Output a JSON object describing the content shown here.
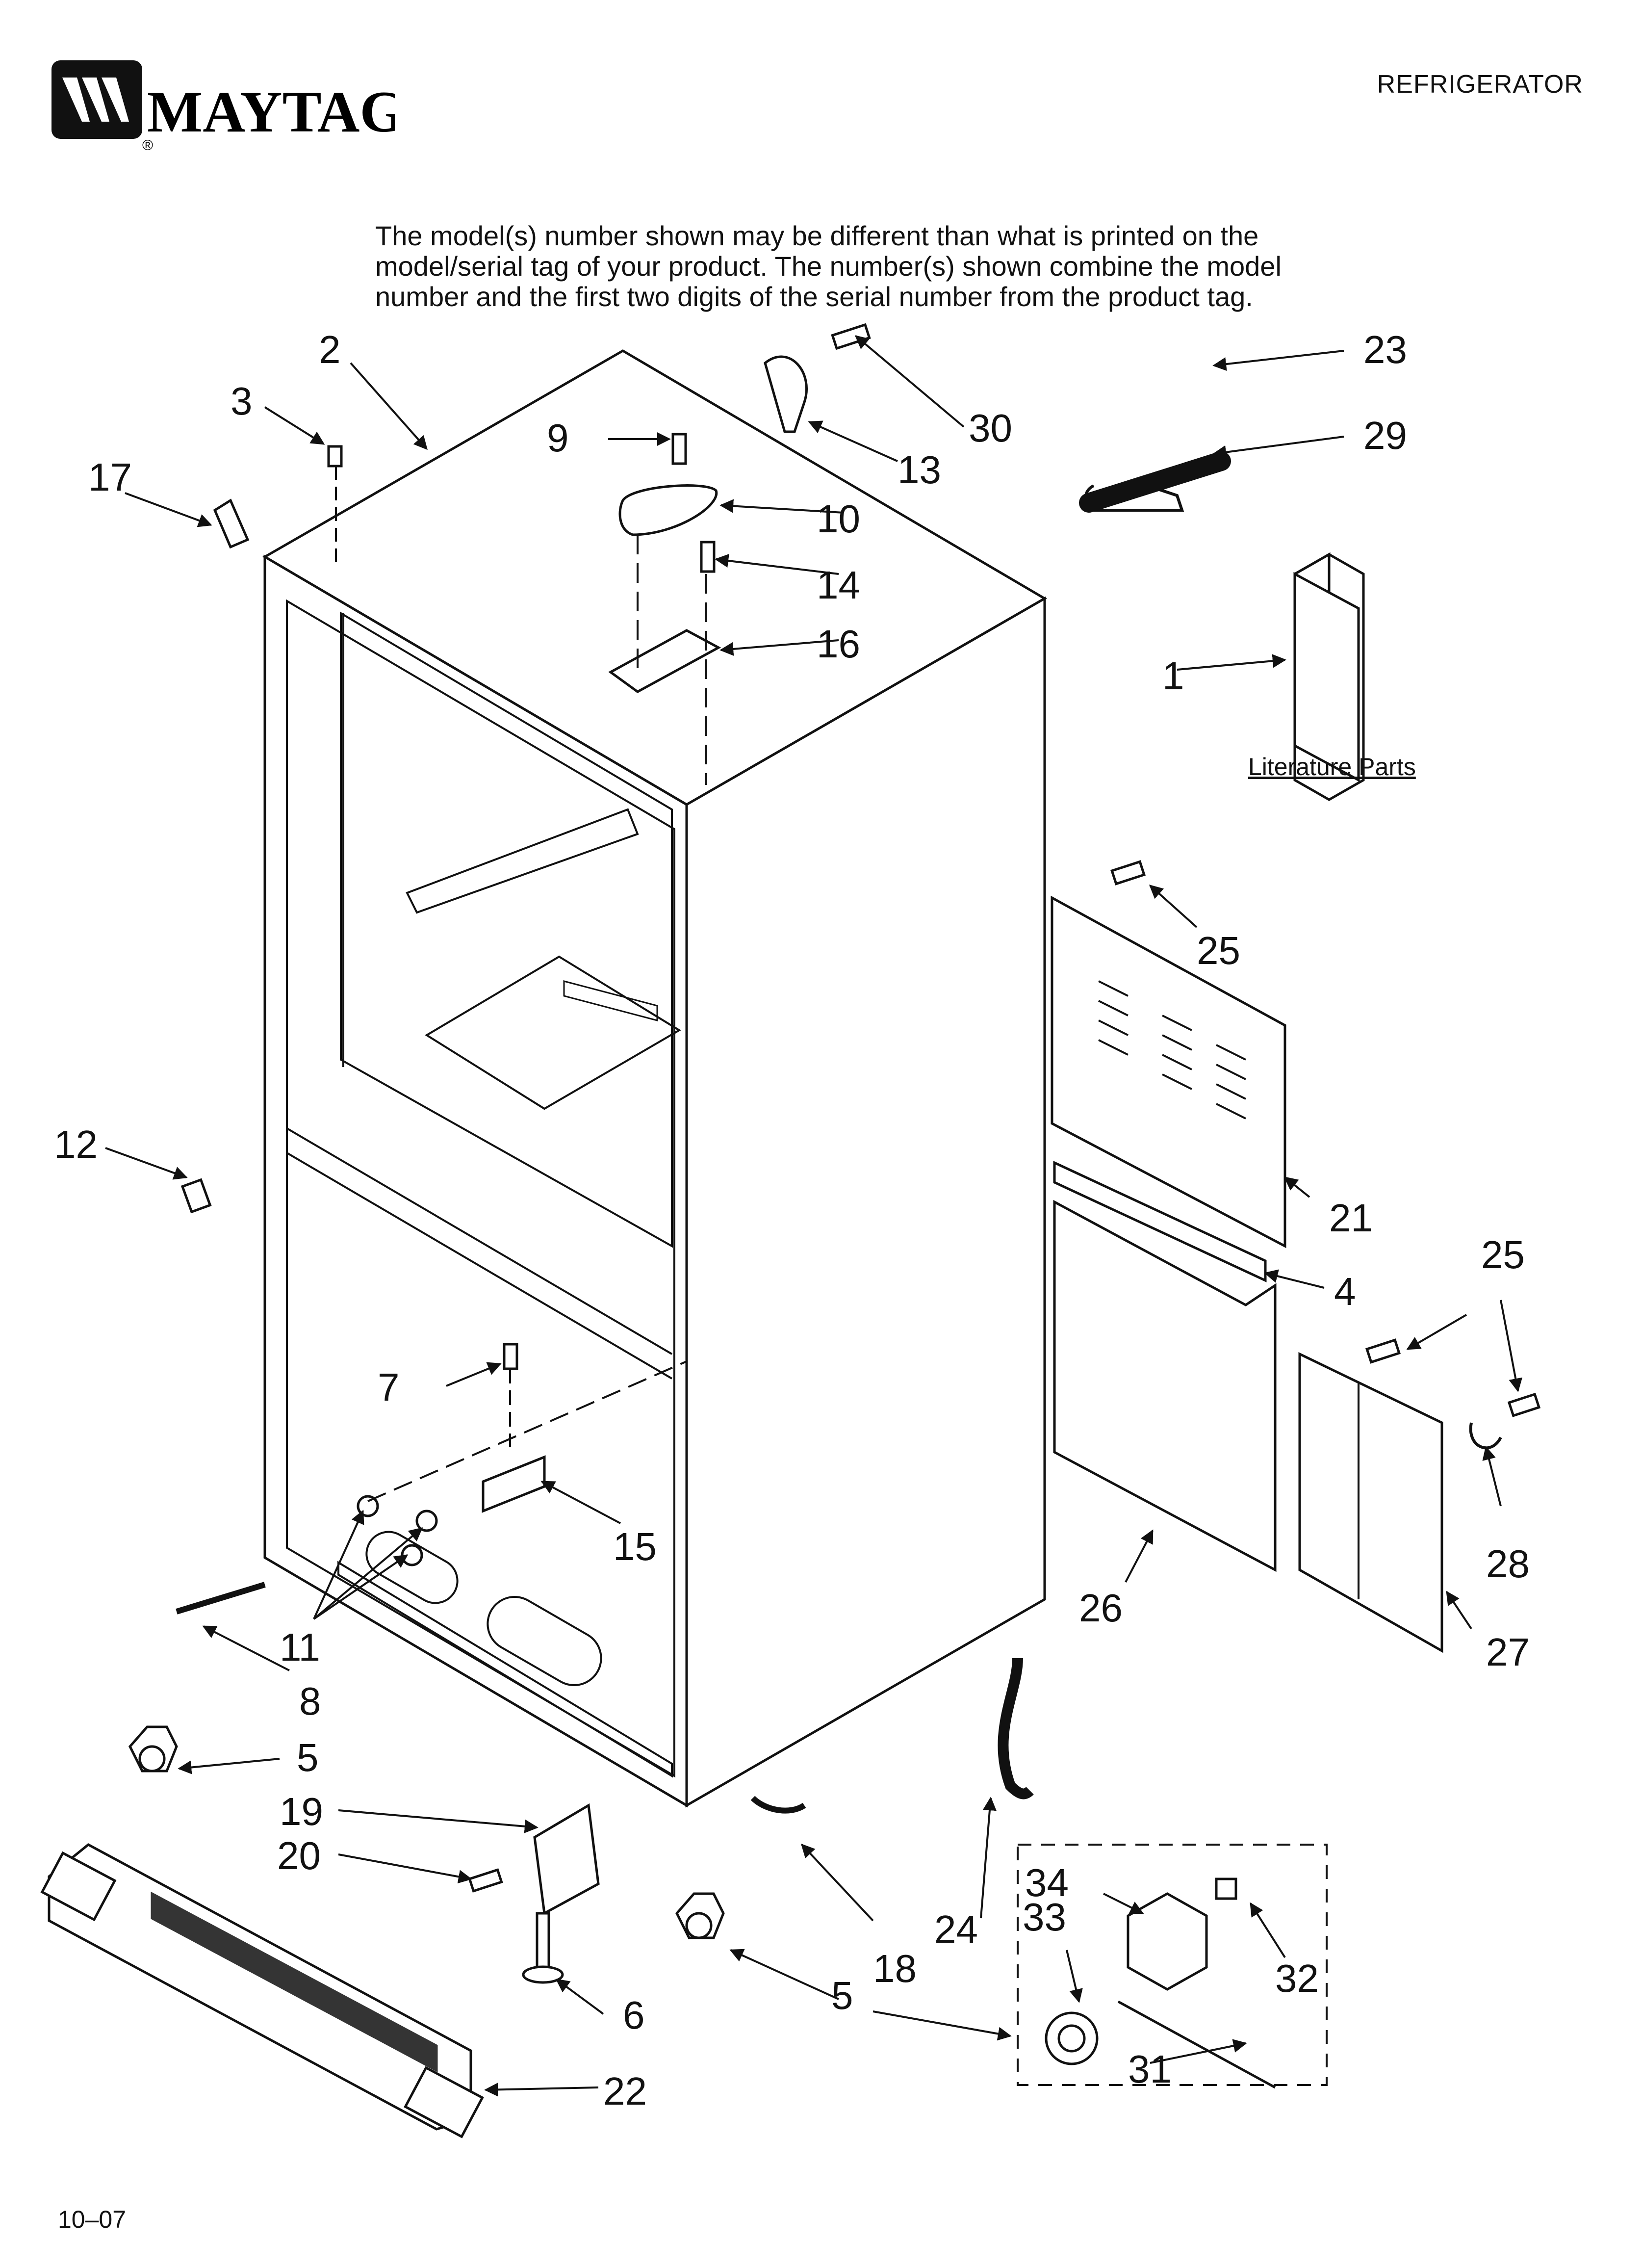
{
  "header": {
    "brand": "MAYTAG",
    "registered_mark": "®",
    "document_type": "REFRIGERATOR"
  },
  "notice": {
    "lines": [
      "The model(s) number shown may be different than what is printed on the",
      "model/serial tag of your product. The number(s) shown combine the model",
      "number and the first two digits of the serial number from the product tag."
    ]
  },
  "literature": {
    "label": "Literature Parts"
  },
  "callouts": [
    "1",
    "2",
    "3",
    "4",
    "5",
    "5",
    "6",
    "7",
    "8",
    "9",
    "10",
    "11",
    "12",
    "13",
    "14",
    "15",
    "16",
    "17",
    "18",
    "19",
    "20",
    "21",
    "22",
    "23",
    "24",
    "25",
    "25",
    "26",
    "27",
    "28",
    "29",
    "30",
    "31",
    "32",
    "33",
    "34"
  ],
  "footer": {
    "date_code": "10–07"
  },
  "colors": {
    "ink": "#111111",
    "paper": "#ffffff"
  }
}
